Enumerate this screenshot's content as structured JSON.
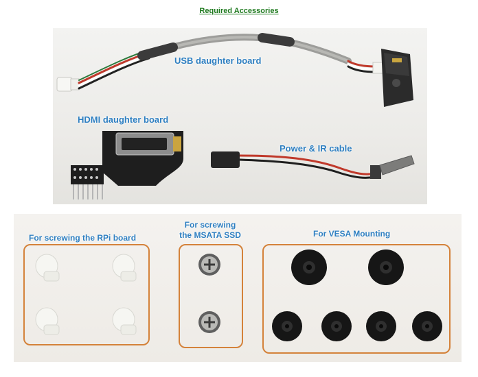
{
  "heading": "Required Accessories",
  "top_photo": {
    "labels": {
      "usb_daughter_board": "USB daughter board",
      "hdmi_daughter_board": "HDMI daughter board",
      "power_ir_cable": "Power & IR cable"
    }
  },
  "bottom_photo": {
    "groups": {
      "rpi_board": {
        "label": "For screwing the RPi board"
      },
      "msata_ssd": {
        "label_line1": "For screwing",
        "label_line2": "the MSATA SSD"
      },
      "vesa": {
        "label": "For VESA Mounting"
      }
    }
  },
  "colors": {
    "heading": "#1f7a1f",
    "label": "#2e7fc1",
    "group_outline": "#d4823a"
  }
}
